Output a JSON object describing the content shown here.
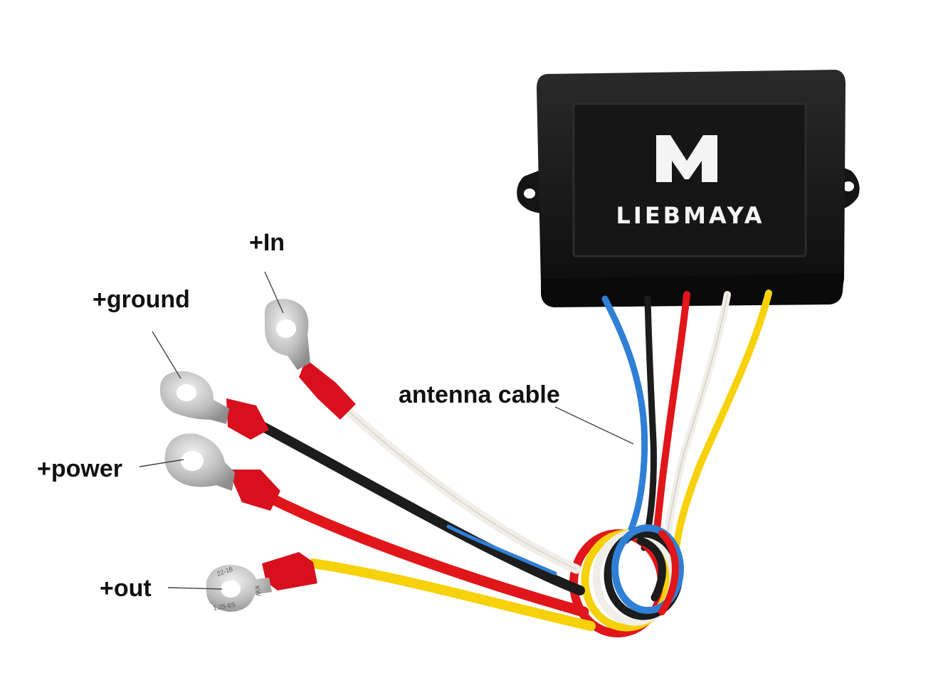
{
  "brand": {
    "logo_letter": "M",
    "name": "LIEBMAYA"
  },
  "labels": {
    "in": "+In",
    "ground": "+ground",
    "antenna": "antenna cable",
    "power": "+power",
    "out": "+out"
  },
  "terminal_stamp": {
    "line1": "22-16",
    "line2": "1.25-6S",
    "mark": "KW"
  },
  "colors": {
    "housing": "#141414",
    "wire_blue": "#2f7fd6",
    "wire_black": "#1c1c1c",
    "wire_red": "#e0161b",
    "wire_white": "#f2f0ea",
    "wire_yellow": "#f7d10a",
    "crimp_red": "#d8101e",
    "ring_metal": "#c9c9c9"
  }
}
